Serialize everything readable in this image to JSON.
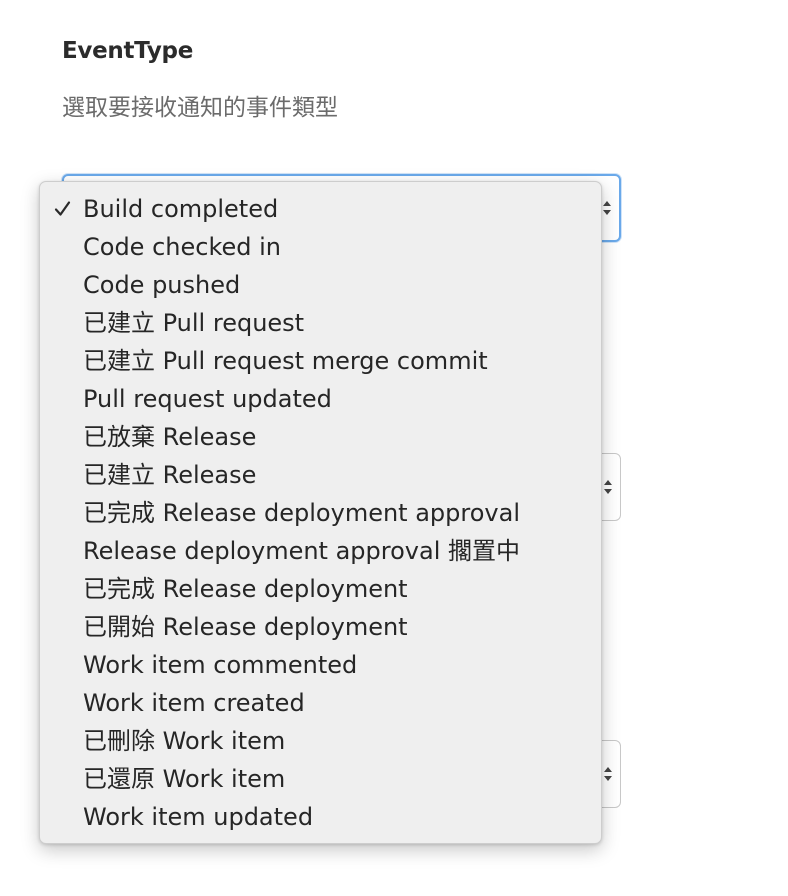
{
  "field": {
    "title": "EventType",
    "description": "選取要接收通知的事件類型"
  },
  "dropdown": {
    "selected": "Build completed",
    "options": [
      "Build completed",
      "Code checked in",
      "Code pushed",
      "已建立 Pull request",
      "已建立 Pull request merge commit",
      "Pull request updated",
      "已放棄 Release",
      "已建立 Release",
      "已完成 Release deployment approval",
      "Release deployment approval 擱置中",
      "已完成 Release deployment",
      "已開始 Release deployment",
      "Work item commented",
      "Work item created",
      "已刪除 Work item",
      "已還原 Work item",
      "Work item updated"
    ]
  },
  "colors": {
    "focus_ring": "#6aa9ea",
    "menu_background": "#efefef"
  },
  "icons": {
    "selected_marker": "checkmark-icon",
    "select_arrows": "updown-chevron-icon"
  }
}
